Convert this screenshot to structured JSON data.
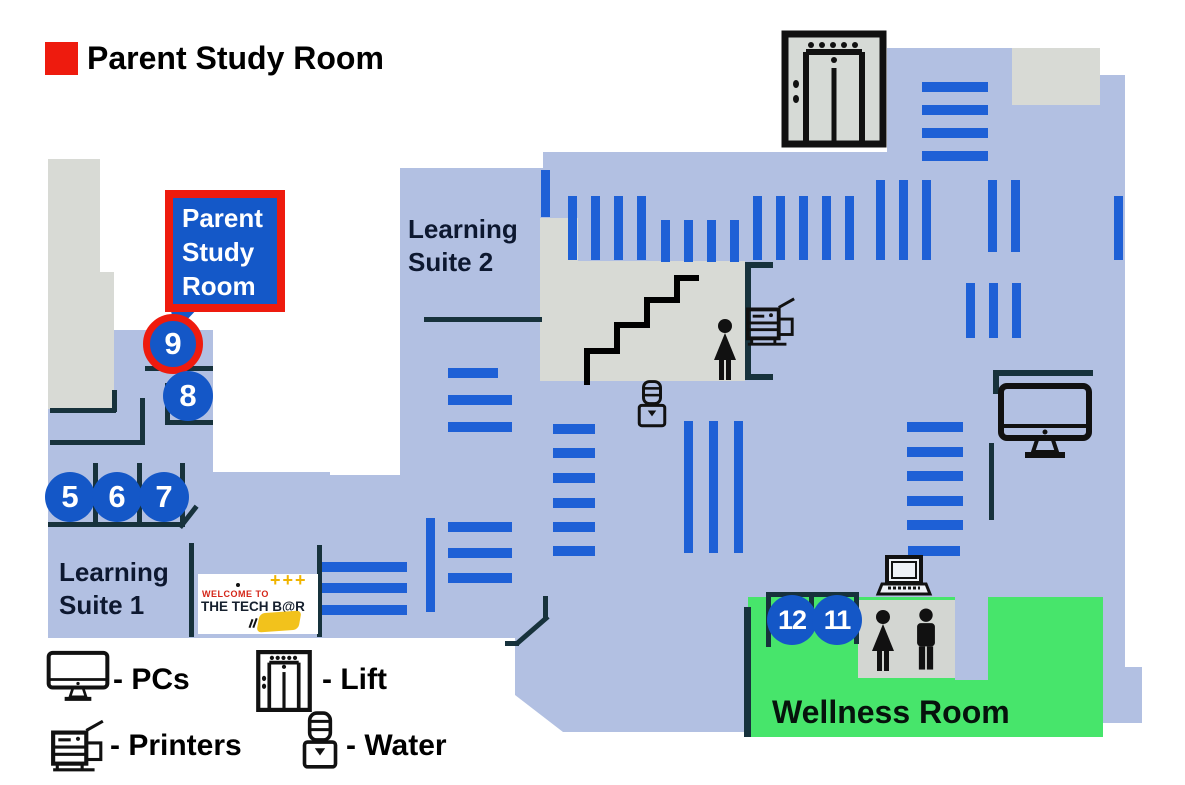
{
  "title": "Parent Study Room",
  "map": {
    "parent_box": {
      "line1": "Parent",
      "line2": "Study",
      "line3": "Room"
    },
    "suite2": {
      "line1": "Learning",
      "line2": "Suite 2"
    },
    "suite1": {
      "line1": "Learning",
      "line2": "Suite 1"
    },
    "wellness": "Wellness Room",
    "markers": {
      "m9": "9",
      "m8": "8",
      "m5": "5",
      "m6": "6",
      "m7": "7",
      "m12": "12",
      "m11": "11"
    },
    "techbar": {
      "plus": "+++",
      "welcome": "WELCOME TO",
      "name": "THE TECH B@R"
    }
  },
  "legend": {
    "pcs": "- PCs",
    "lift": "- Lift",
    "printers": "- Printers",
    "water": "- Water"
  },
  "colors": {
    "floor": "#b2c0e2",
    "shelf_stripe": "#1e60d6",
    "marker_blue": "#1457c7",
    "highlight_red": "#ee1b0e",
    "wall_dark": "#17323c",
    "wellness_green": "#47e56b",
    "structure_gray": "#d8dad5",
    "techbar_gold": "#f0b400"
  }
}
